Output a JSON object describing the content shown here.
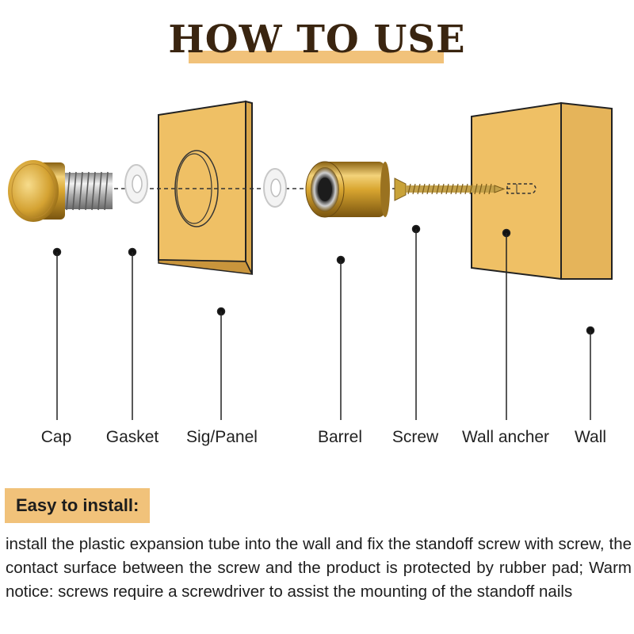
{
  "title": "HOW TO USE",
  "labels": {
    "cap": "Cap",
    "gasket": "Gasket",
    "panel": "Sig/Panel",
    "barrel": "Barrel",
    "screw": "Screw",
    "anchor": "Wall ancher",
    "wall": "Wall"
  },
  "install": {
    "heading": "Easy to install:",
    "body": "install the plastic expansion tube into the wall and fix the standoff screw with screw, the contact surface between the screw and the product is protected by rubber pad; Warm notice: screws require a screwdriver to assist the mounting of the standoff nails"
  },
  "colors": {
    "title_text": "#3a2510",
    "accent": "#f1c27a",
    "panel": "#efc065",
    "brass": "#d9a630"
  }
}
